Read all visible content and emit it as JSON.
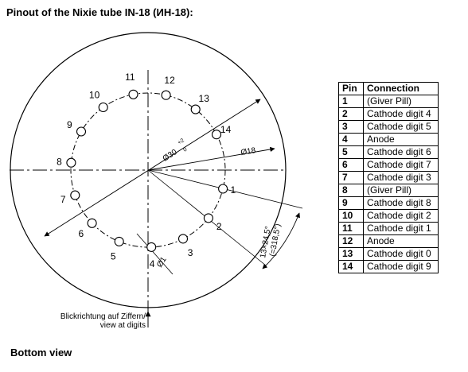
{
  "title": "Pinout of the Nixie tube IN-18 (ИН-18):",
  "footer": "Bottom view",
  "diagram": {
    "pin_labels": [
      "1",
      "2",
      "3",
      "4",
      "5",
      "6",
      "7",
      "8",
      "9",
      "10",
      "11",
      "12",
      "13",
      "14"
    ],
    "dim_circle": "Ø30",
    "dim_circle_tol_upper": "+2",
    "dim_circle_tol_lower": "0",
    "dim_pin_circle": "Ø18",
    "dim_pin": "Ø1",
    "angle_line1": "13×24,5°",
    "angle_line2": "(=318,5°)",
    "view_note_line1": "Blickrichtung auf Ziffern/",
    "view_note_line2": "view at digits"
  },
  "table": {
    "headers": [
      "Pin",
      "Connection"
    ],
    "rows": [
      {
        "pin": "1",
        "connection": "(Giver Pill)"
      },
      {
        "pin": "2",
        "connection": "Cathode digit 4"
      },
      {
        "pin": "3",
        "connection": "Cathode digit 5"
      },
      {
        "pin": "4",
        "connection": "Anode"
      },
      {
        "pin": "5",
        "connection": "Cathode digit 6"
      },
      {
        "pin": "6",
        "connection": "Cathode digit 7"
      },
      {
        "pin": "7",
        "connection": "Cathode digit 3"
      },
      {
        "pin": "8",
        "connection": "(Giver Pill)"
      },
      {
        "pin": "9",
        "connection": "Cathode digit 8"
      },
      {
        "pin": "10",
        "connection": "Cathode digit 2"
      },
      {
        "pin": "11",
        "connection": "Cathode digit 1"
      },
      {
        "pin": "12",
        "connection": "Anode"
      },
      {
        "pin": "13",
        "connection": "Cathode digit 0"
      },
      {
        "pin": "14",
        "connection": "Cathode digit 9"
      }
    ]
  }
}
